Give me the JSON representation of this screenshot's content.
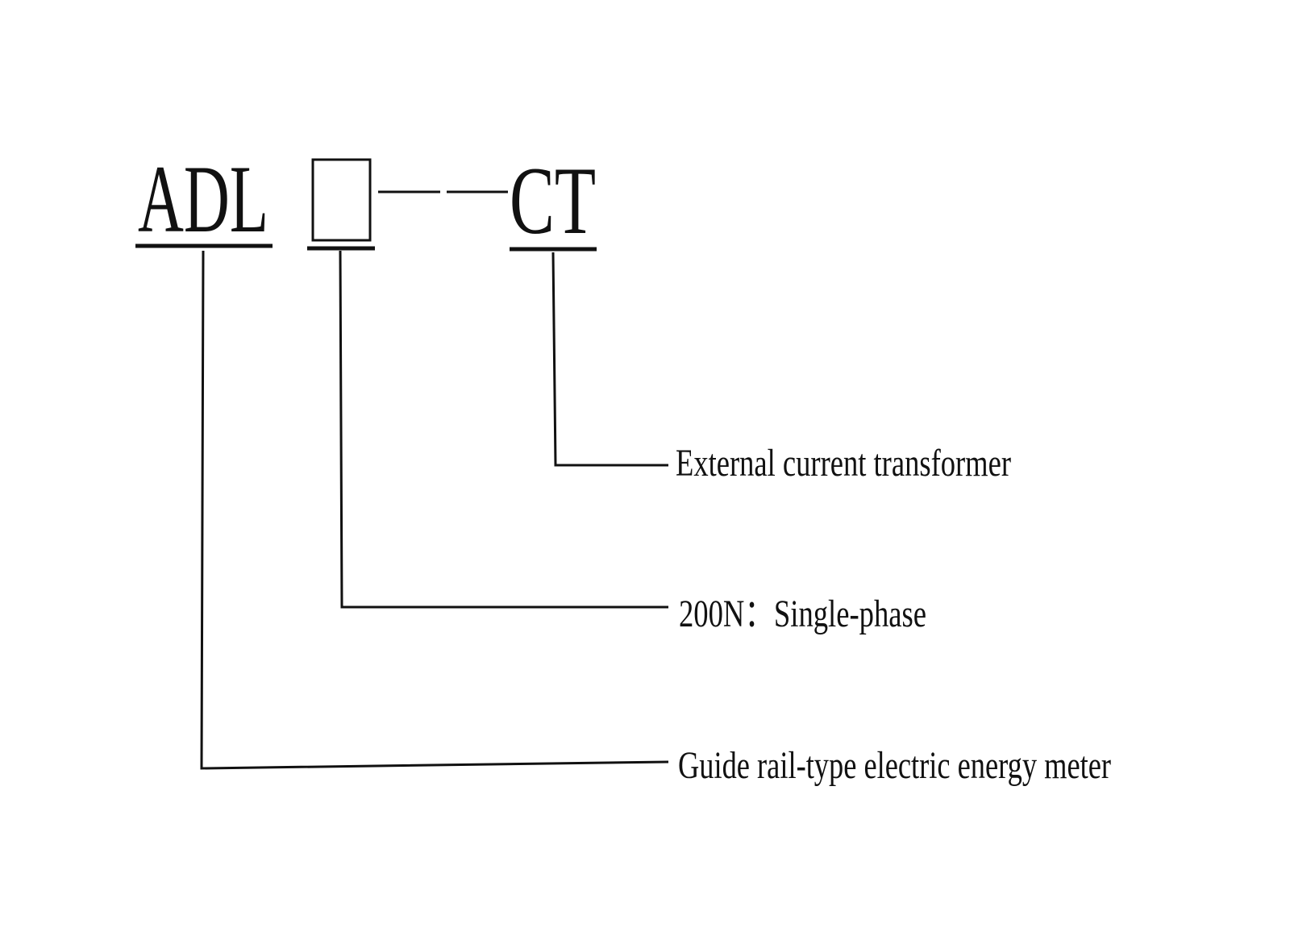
{
  "model_code": {
    "prefix": "ADL",
    "suffix": "CT"
  },
  "descriptions": {
    "ct": "External current transformer",
    "phase": "200N：Single-phase",
    "type": "Guide rail-type electric energy meter"
  }
}
